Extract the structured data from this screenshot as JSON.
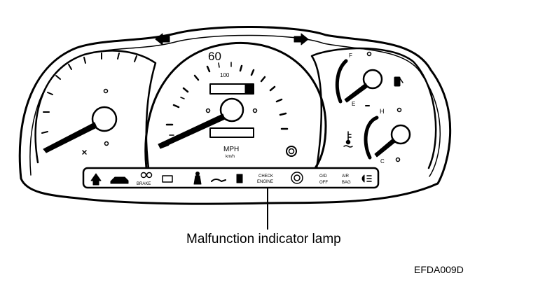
{
  "speedometer": {
    "speed_label_60": "60",
    "speed_label_100": "100",
    "unit_mph": "MPH",
    "unit_kmh": "km/h"
  },
  "fuel_gauge": {
    "full_label": "F",
    "empty_label": "E"
  },
  "temp_gauge": {
    "hot_label": "H",
    "cold_label": "C"
  },
  "warning_lamps": {
    "brake_label": "BRAKE",
    "check_engine_line1": "CHECK",
    "check_engine_line2": "ENGINE",
    "od_off_line1": "O/D",
    "od_off_line2": "OFF",
    "airbag_line1": "AIR",
    "airbag_line2": "BAG"
  },
  "callout": {
    "label": "Malfunction indicator lamp"
  },
  "figure_code": "EFDA009D"
}
